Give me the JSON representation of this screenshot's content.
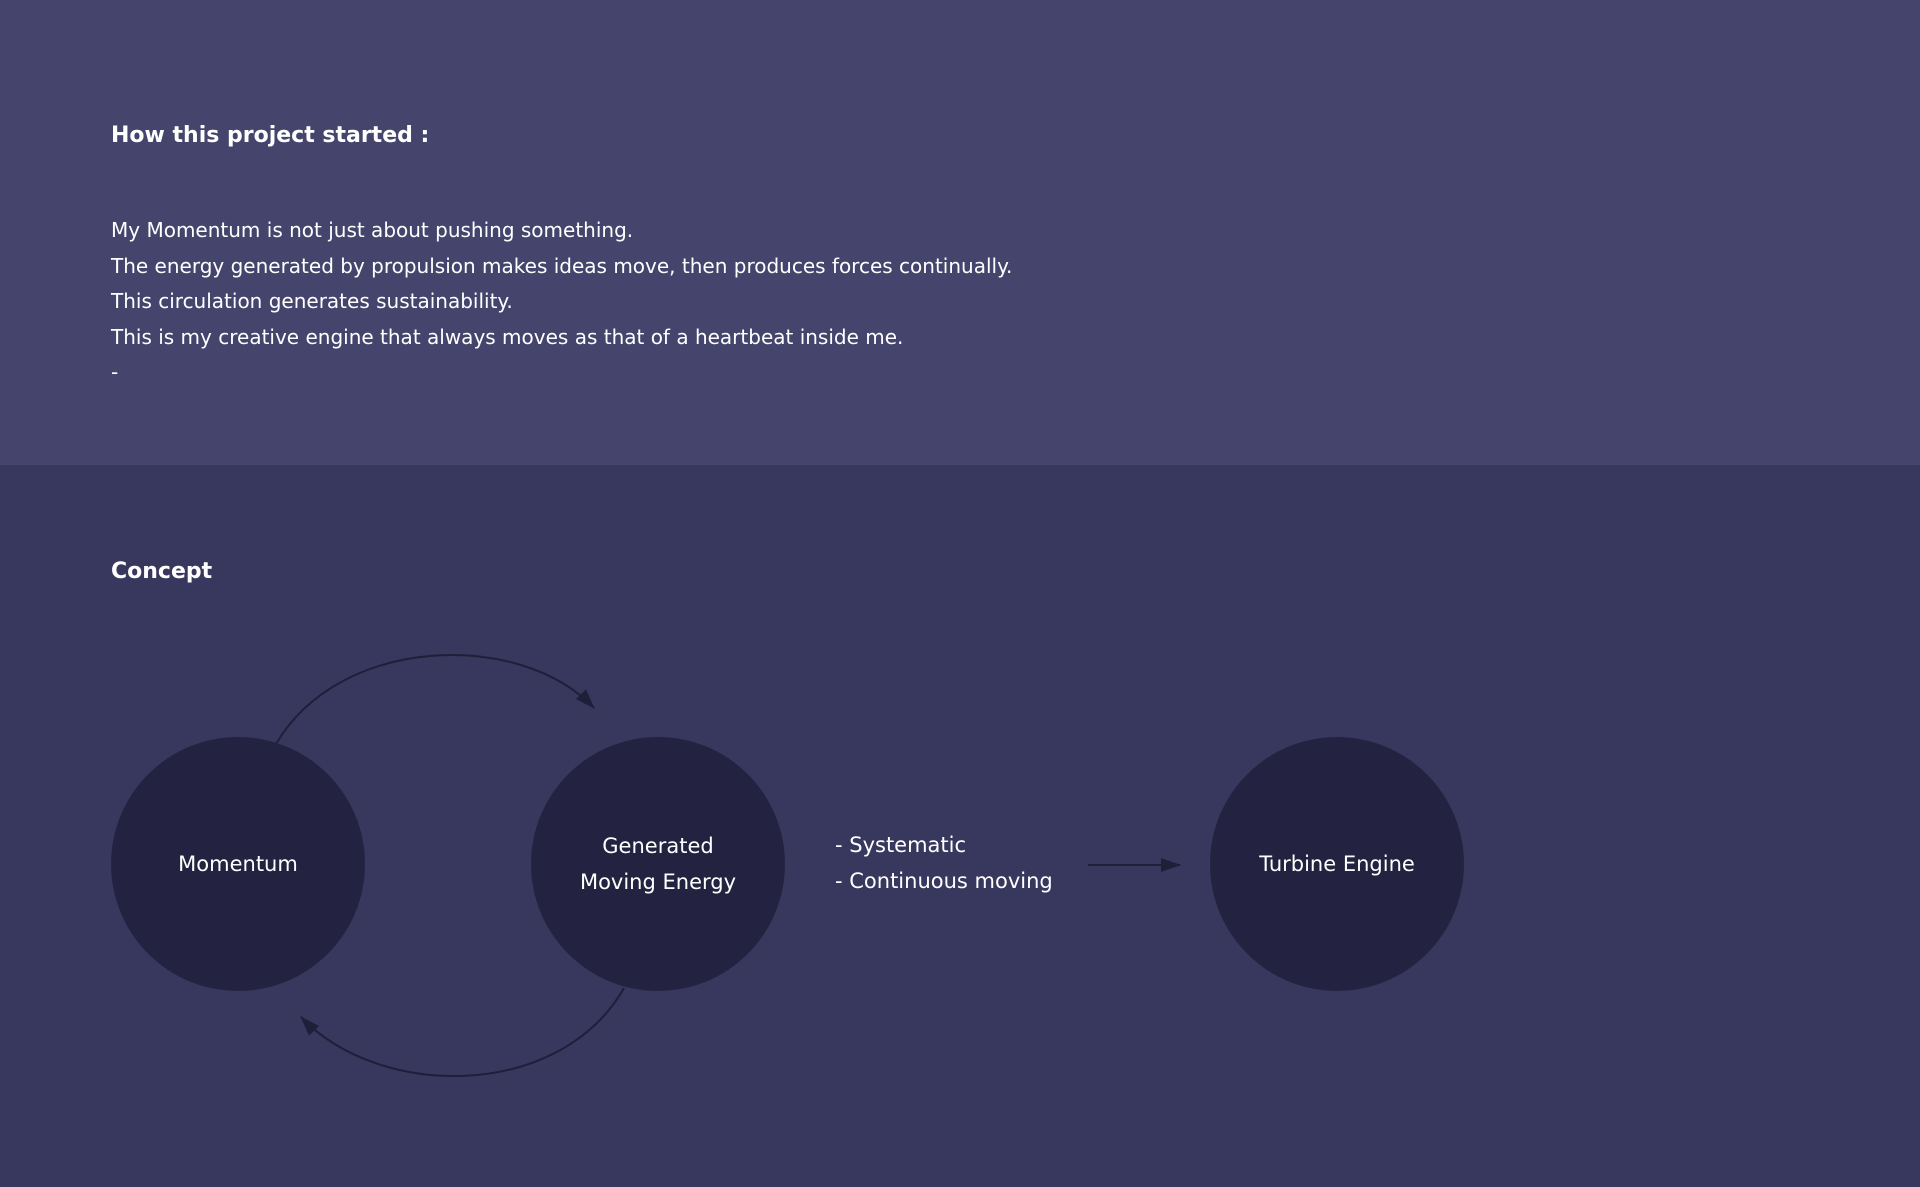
{
  "intro": {
    "heading": "How this project started :",
    "lines": [
      "My Momentum is not just about pushing something.",
      "The energy generated by propulsion makes ideas move, then produces forces continually.",
      "This circulation generates sustainability.",
      "This is my creative engine that always moves as that of a heartbeat inside me.",
      "-"
    ]
  },
  "concept": {
    "heading": "Concept",
    "nodes": {
      "momentum": "Momentum",
      "energy_line1": "Generated",
      "energy_line2": "Moving Energy",
      "turbine": "Turbine Engine"
    },
    "features": [
      "- Systematic",
      "- Continuous moving"
    ]
  },
  "colors": {
    "top_background": "#44446c",
    "bottom_background": "#38375d",
    "node_fill": "#232341",
    "arrow": "#1f1f3a",
    "text": "#ffffff"
  }
}
